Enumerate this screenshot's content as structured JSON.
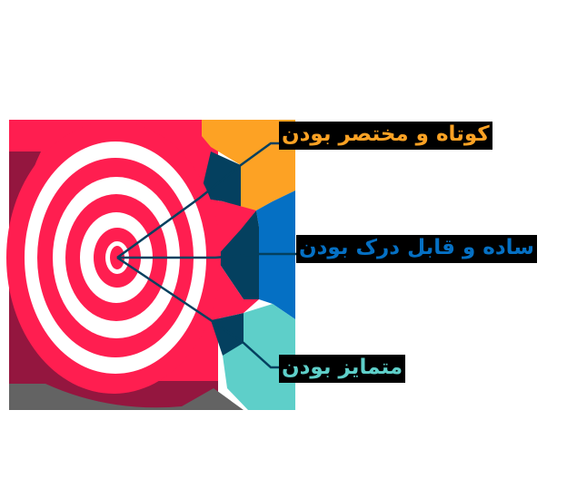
{
  "diagram": {
    "type": "target-infographic",
    "colors": {
      "target_red": "#ff1e50",
      "target_white": "#ffffff",
      "shadow_maroon": "#94163f",
      "ground_gray": "#636363",
      "connector_dark": "#04405f",
      "orange": "#fda224",
      "blue": "#0570c4",
      "teal": "#5ecfc9",
      "label_bg": "#000000"
    },
    "items": [
      {
        "label": "کوتاه و مختصر بودن",
        "color": "#fda224"
      },
      {
        "label": "ساده و قابل درک بودن",
        "color": "#0570c4"
      },
      {
        "label": "متمایز بودن",
        "color": "#5ecfc9"
      }
    ]
  }
}
